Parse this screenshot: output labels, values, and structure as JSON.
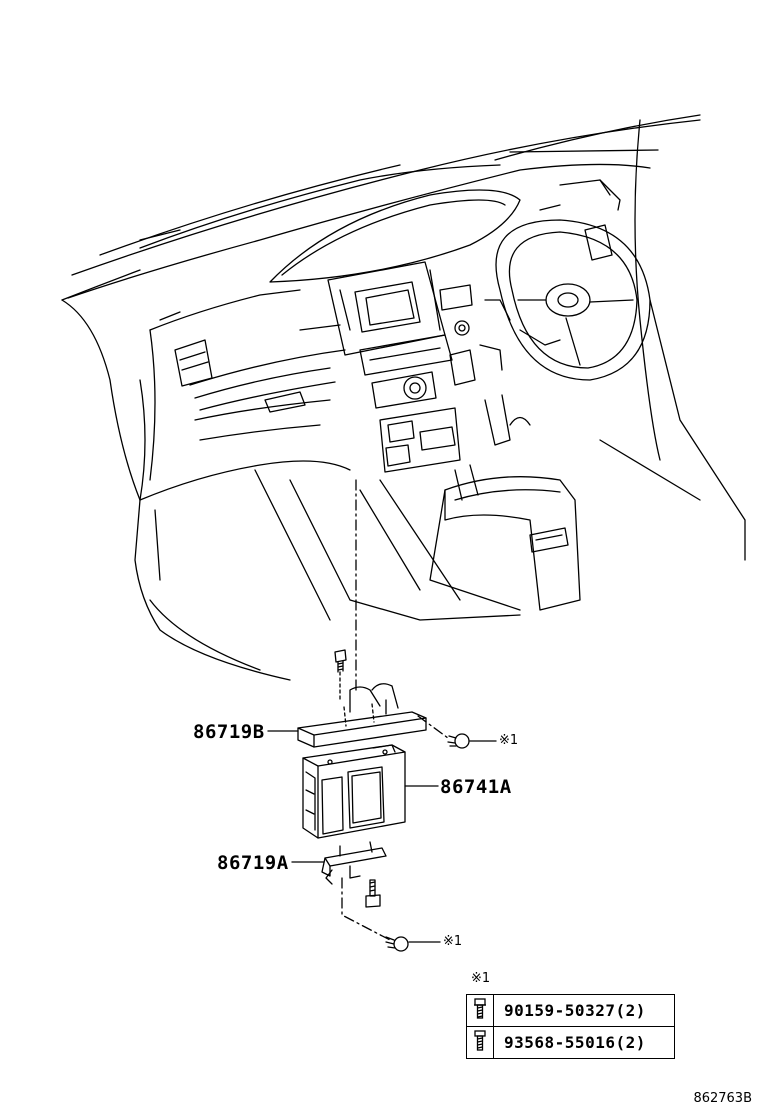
{
  "callouts": {
    "bracket_upper": "86719B",
    "ecu": "86741A",
    "bracket_lower": "86719A"
  },
  "marks": {
    "bolt_upper": "※1",
    "bolt_lower": "※1",
    "legend_header": "※1"
  },
  "legend": {
    "rows": [
      {
        "icon": "bolt-icon",
        "part": "90159-50327(2)"
      },
      {
        "icon": "bolt-icon",
        "part": "93568-55016(2)"
      }
    ]
  },
  "figure_number": "862763B"
}
